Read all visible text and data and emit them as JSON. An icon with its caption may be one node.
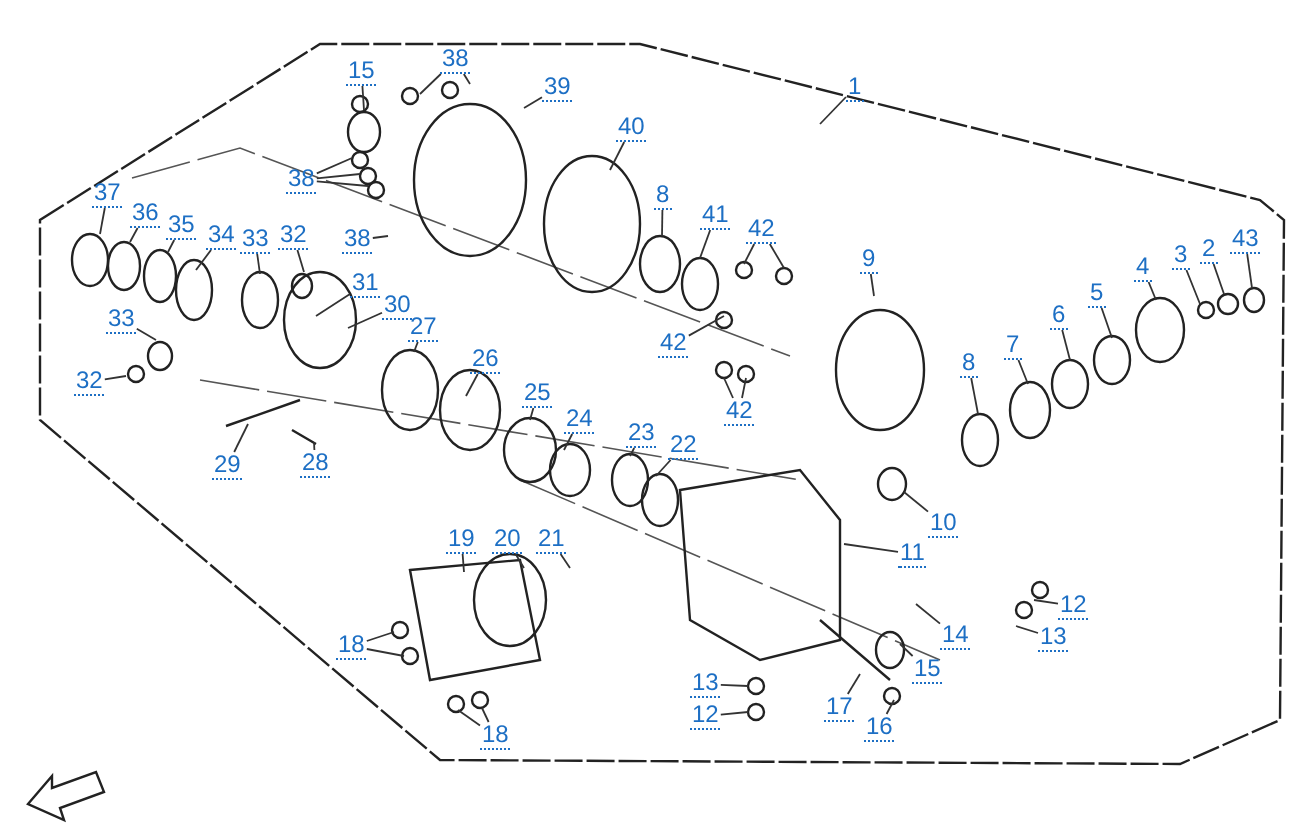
{
  "diagram": {
    "nodes": [
      {
        "text": [
          "1"
        ]
      },
      {
        "text": [
          "15"
        ]
      },
      {
        "text": [
          "38"
        ]
      },
      {
        "text": [
          "39"
        ]
      },
      {
        "text": [
          "40"
        ]
      },
      {
        "text": [
          "8"
        ]
      },
      {
        "text": [
          "41"
        ]
      },
      {
        "text": [
          "42"
        ]
      },
      {
        "text": [
          "9"
        ]
      },
      {
        "text": [
          "38"
        ]
      },
      {
        "text": [
          "37"
        ]
      },
      {
        "text": [
          "36"
        ]
      },
      {
        "text": [
          "35"
        ]
      },
      {
        "text": [
          "34"
        ]
      },
      {
        "text": [
          "33"
        ]
      },
      {
        "text": [
          "32"
        ]
      },
      {
        "text": [
          "38"
        ]
      },
      {
        "text": [
          "31"
        ]
      },
      {
        "text": [
          "30"
        ]
      },
      {
        "text": [
          "27"
        ]
      },
      {
        "text": [
          "26"
        ]
      },
      {
        "text": [
          "25"
        ]
      },
      {
        "text": [
          "24"
        ]
      },
      {
        "text": [
          "23"
        ]
      },
      {
        "text": [
          "22"
        ]
      },
      {
        "text": [
          "33"
        ]
      },
      {
        "text": [
          "32"
        ]
      },
      {
        "text": [
          "29"
        ]
      },
      {
        "text": [
          "28"
        ]
      },
      {
        "text": [
          "42"
        ]
      },
      {
        "text": [
          "42"
        ]
      },
      {
        "text": [
          "8"
        ]
      },
      {
        "text": [
          "7"
        ]
      },
      {
        "text": [
          "6"
        ]
      },
      {
        "text": [
          "5"
        ]
      },
      {
        "text": [
          "4"
        ]
      },
      {
        "text": [
          "3"
        ]
      },
      {
        "text": [
          "2"
        ]
      },
      {
        "text": [
          "43"
        ]
      },
      {
        "text": [
          "10"
        ]
      },
      {
        "text": [
          "11"
        ]
      },
      {
        "text": [
          "12"
        ]
      },
      {
        "text": [
          "13"
        ]
      },
      {
        "text": [
          "14"
        ]
      },
      {
        "text": [
          "15"
        ]
      },
      {
        "text": [
          "19"
        ]
      },
      {
        "text": [
          "20"
        ]
      },
      {
        "text": [
          "21"
        ]
      },
      {
        "text": [
          "18"
        ]
      },
      {
        "text": [
          "13"
        ]
      },
      {
        "text": [
          "12"
        ]
      },
      {
        "text": [
          "17"
        ]
      },
      {
        "text": [
          "16"
        ]
      },
      {
        "text": [
          "18"
        ]
      }
    ],
    "edges": [
      {
        "from": 0,
        "to": null,
        "arrow": "none"
      },
      {
        "from": 1,
        "to": null,
        "arrow": "none"
      },
      {
        "from": 2,
        "to": null,
        "arrow": "none"
      },
      {
        "from": 2,
        "to": null,
        "arrow": "none"
      },
      {
        "from": 3,
        "to": null,
        "arrow": "none"
      },
      {
        "from": 4,
        "to": null,
        "arrow": "none"
      },
      {
        "from": 5,
        "to": null,
        "arrow": "none"
      },
      {
        "from": 6,
        "to": null,
        "arrow": "none"
      },
      {
        "from": 7,
        "to": null,
        "arrow": "none"
      },
      {
        "from": 7,
        "to": null,
        "arrow": "none"
      },
      {
        "from": 8,
        "to": null,
        "arrow": "none"
      },
      {
        "from": 9,
        "to": null,
        "arrow": "none"
      },
      {
        "from": 9,
        "to": null,
        "arrow": "none"
      },
      {
        "from": 9,
        "to": null,
        "arrow": "none"
      },
      {
        "from": 10,
        "to": null,
        "arrow": "none"
      },
      {
        "from": 11,
        "to": null,
        "arrow": "none"
      },
      {
        "from": 12,
        "to": null,
        "arrow": "none"
      },
      {
        "from": 13,
        "to": null,
        "arrow": "none"
      },
      {
        "from": 14,
        "to": null,
        "arrow": "none"
      },
      {
        "from": 15,
        "to": null,
        "arrow": "none"
      },
      {
        "from": 16,
        "to": null,
        "arrow": "none"
      },
      {
        "from": 17,
        "to": null,
        "arrow": "none"
      },
      {
        "from": 18,
        "to": null,
        "arrow": "none"
      },
      {
        "from": 19,
        "to": null,
        "arrow": "none"
      },
      {
        "from": 20,
        "to": null,
        "arrow": "none"
      },
      {
        "from": 21,
        "to": null,
        "arrow": "none"
      },
      {
        "from": 22,
        "to": null,
        "arrow": "none"
      },
      {
        "from": 23,
        "to": null,
        "arrow": "none"
      },
      {
        "from": 24,
        "to": null,
        "arrow": "none"
      },
      {
        "from": 25,
        "to": null,
        "arrow": "none"
      },
      {
        "from": 26,
        "to": null,
        "arrow": "none"
      },
      {
        "from": 27,
        "to": null,
        "arrow": "none"
      },
      {
        "from": 28,
        "to": null,
        "arrow": "none"
      },
      {
        "from": 29,
        "to": null,
        "arrow": "none"
      },
      {
        "from": 30,
        "to": null,
        "arrow": "none"
      },
      {
        "from": 30,
        "to": null,
        "arrow": "none"
      },
      {
        "from": 31,
        "to": null,
        "arrow": "none"
      },
      {
        "from": 32,
        "to": null,
        "arrow": "none"
      },
      {
        "from": 33,
        "to": null,
        "arrow": "none"
      },
      {
        "from": 34,
        "to": null,
        "arrow": "none"
      },
      {
        "from": 35,
        "to": null,
        "arrow": "none"
      },
      {
        "from": 36,
        "to": null,
        "arrow": "none"
      },
      {
        "from": 37,
        "to": null,
        "arrow": "none"
      },
      {
        "from": 38,
        "to": null,
        "arrow": "none"
      },
      {
        "from": 39,
        "to": null,
        "arrow": "none"
      },
      {
        "from": 40,
        "to": null,
        "arrow": "none"
      },
      {
        "from": 41,
        "to": null,
        "arrow": "none"
      },
      {
        "from": 42,
        "to": null,
        "arrow": "none"
      },
      {
        "from": 43,
        "to": null,
        "arrow": "none"
      },
      {
        "from": 44,
        "to": null,
        "arrow": "none"
      },
      {
        "from": 45,
        "to": null,
        "arrow": "none"
      },
      {
        "from": 46,
        "to": null,
        "arrow": "none"
      },
      {
        "from": 47,
        "to": null,
        "arrow": "none"
      },
      {
        "from": 48,
        "to": null,
        "arrow": "none"
      },
      {
        "from": 48,
        "to": null,
        "arrow": "none"
      },
      {
        "from": 49,
        "to": null,
        "arrow": "none"
      },
      {
        "from": 50,
        "to": null,
        "arrow": "none"
      },
      {
        "from": 51,
        "to": null,
        "arrow": "none"
      },
      {
        "from": 52,
        "to": null,
        "arrow": "none"
      },
      {
        "from": 53,
        "to": null,
        "arrow": "none"
      },
      {
        "from": 53,
        "to": null,
        "arrow": "none"
      }
    ]
  }
}
